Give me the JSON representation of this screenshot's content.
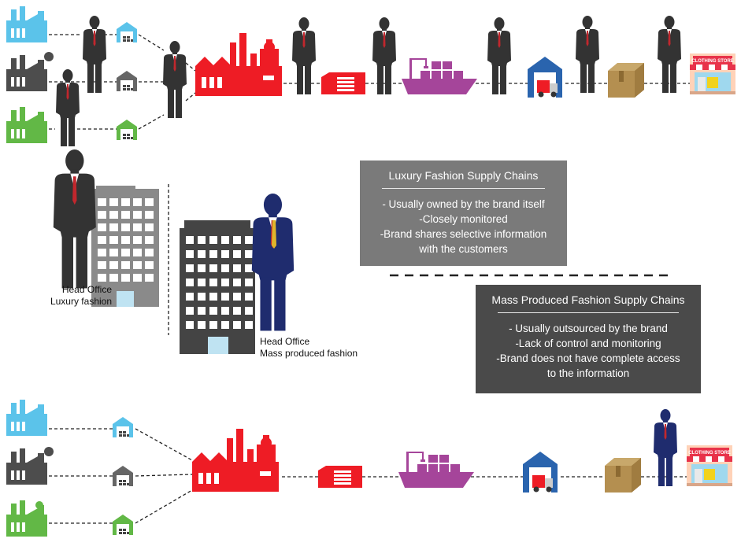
{
  "luxury_box": {
    "title": "Luxury Fashion Supply Chains",
    "lines": [
      "- Usually owned by the brand itself",
      "-Closely monitored",
      "-Brand shares selective information",
      "with the customers"
    ]
  },
  "mass_box": {
    "title": "Mass Produced Fashion Supply Chains",
    "lines": [
      "- Usually outsourced by the brand",
      "-Lack of control and monitoring",
      "-Brand does not have complete access",
      "to the information"
    ]
  },
  "luxury_caption": {
    "line1": "Head Office",
    "line2": "Luxury fashion"
  },
  "mass_caption": {
    "line1": "Head Office",
    "line2": "Mass produced fashion"
  },
  "store_sign": "CLOTHING STORE",
  "colors": {
    "factory_blue": "#5bc3ea",
    "factory_gray": "#4d4d4d",
    "factory_green": "#62b846",
    "main_factory_red": "#ee1c25",
    "ship_purple": "#a5459a",
    "warehouse_blue": "#2a64ae",
    "box_tan": "#c8a86b",
    "suit_dark": "#333333",
    "suit_navy": "#1f2c6e",
    "luxury_box_bg": "#7a7a7a",
    "mass_box_bg": "#4a4a4a"
  },
  "icons": [
    "factory-icon",
    "warehouse-icon",
    "person-icon",
    "container-icon",
    "ship-icon",
    "delivery-icon",
    "package-icon",
    "store-icon",
    "office-building-icon"
  ]
}
